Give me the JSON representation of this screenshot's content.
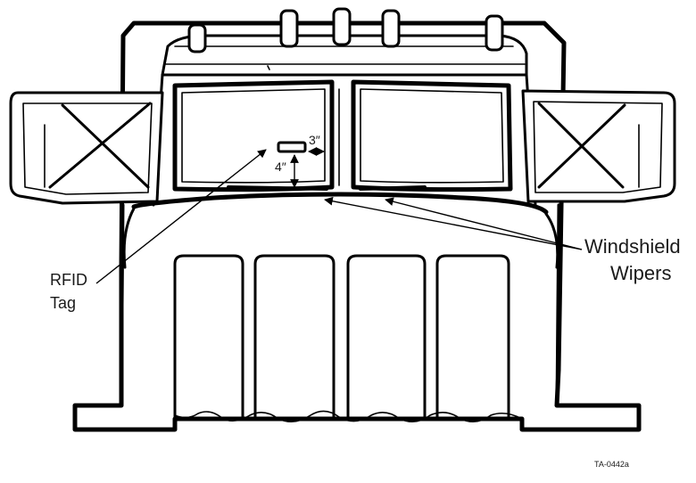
{
  "labels": {
    "rfid_tag": [
      "RFID",
      "Tag"
    ],
    "windshield_wipers": [
      "Windshield",
      "Wipers"
    ],
    "dim_horizontal": "3″",
    "dim_vertical": "4″",
    "figure_id": "TA-0442a"
  },
  "colors": {
    "line": "#000000",
    "background": "#ffffff",
    "text": "#1a1a1a"
  }
}
